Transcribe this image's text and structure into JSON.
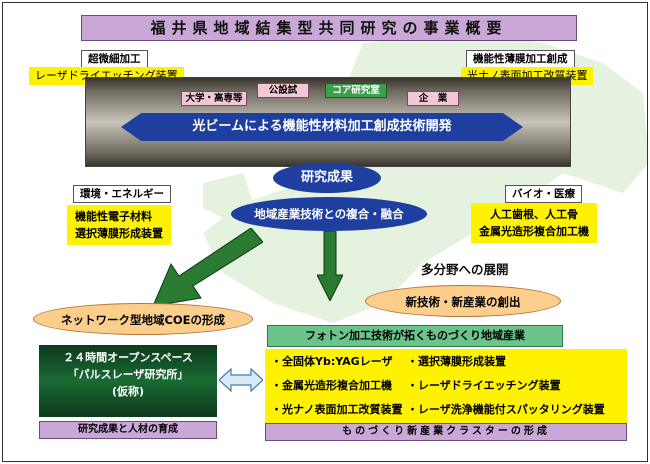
{
  "title": "福井県地域結集型共同研究の事業概要",
  "categories": {
    "ultrafine": {
      "label": "超微細加工",
      "tech": "レーザドライエッチング装置"
    },
    "thinfilm": {
      "label": "機能性薄膜加工創成",
      "tech": "光ナノ表面加工改質装置"
    },
    "environment": {
      "label": "環境・エネルギー",
      "techs": [
        "機能性電子材料",
        "選択薄膜形成装置"
      ]
    },
    "bio": {
      "label": "バイオ・医療",
      "techs": [
        "人工歯根、人工骨",
        "金属光造形複合加工機"
      ]
    }
  },
  "orgs": [
    "大学・高専等",
    "公設試",
    "コア研究室",
    "企　業"
  ],
  "development": "光ビームによる機能性材料加工創成技術開発",
  "results": "研究成果",
  "integration": "地域産業技術との複合・融合",
  "multi_field": "多分野への展開",
  "new_industry": "新技術・新産業の創出",
  "coe": "ネットワーク型地域COEの形成",
  "open_space": {
    "lines": [
      "２４時間オープンスペース",
      "「パルスレーザ研究所」",
      "(仮称)"
    ],
    "footer": "研究成果と人材の育成"
  },
  "industry": {
    "title": "フォトン加工技術が拓くものづくり地域産業",
    "techs": [
      "・全固体Yb:YAGレーザ",
      "・選択薄膜形成装置",
      "・金属光造形複合加工機",
      "・レーザドライエッチング装置",
      "・光ナノ表面加工改質装置",
      "・レーザ洗浄機能付スパッタリング装置"
    ],
    "footer": "ものづくり新産業クラスターの形成"
  }
}
